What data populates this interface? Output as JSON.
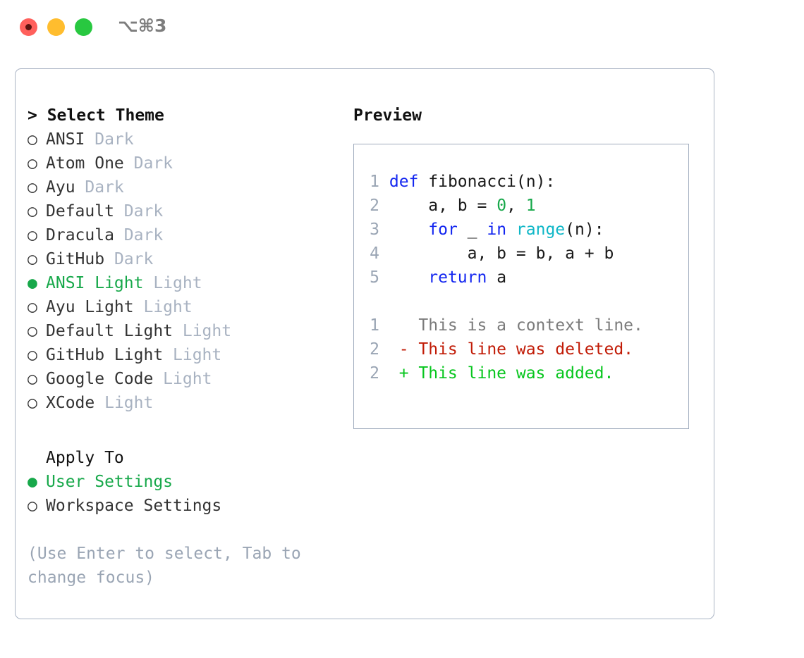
{
  "titlebar": {
    "shortcut": "⌥⌘3",
    "lights": [
      "close-red",
      "minimize-yellow",
      "maximize-green"
    ]
  },
  "theme_picker": {
    "heading": "> Select Theme",
    "heading_caret": ">",
    "heading_text": "Select Theme",
    "marker_selected": "●",
    "marker_unselected": "○",
    "items": [
      {
        "name": "ANSI",
        "variant": "Dark",
        "selected": false
      },
      {
        "name": "Atom One",
        "variant": "Dark",
        "selected": false
      },
      {
        "name": "Ayu",
        "variant": "Dark",
        "selected": false
      },
      {
        "name": "Default",
        "variant": "Dark",
        "selected": false
      },
      {
        "name": "Dracula",
        "variant": "Dark",
        "selected": false
      },
      {
        "name": "GitHub",
        "variant": "Dark",
        "selected": false
      },
      {
        "name": "ANSI Light",
        "variant": "Light",
        "selected": true
      },
      {
        "name": "Ayu Light",
        "variant": "Light",
        "selected": false
      },
      {
        "name": "Default Light",
        "variant": "Light",
        "selected": false
      },
      {
        "name": "GitHub Light",
        "variant": "Light",
        "selected": false
      },
      {
        "name": "Google Code",
        "variant": "Light",
        "selected": false
      },
      {
        "name": "XCode",
        "variant": "Light",
        "selected": false
      }
    ]
  },
  "apply_to": {
    "heading": "Apply To",
    "items": [
      {
        "name": "User Settings",
        "selected": true
      },
      {
        "name": "Workspace Settings",
        "selected": false
      }
    ]
  },
  "hint": "(Use Enter to select, Tab to change focus)",
  "preview": {
    "heading": "Preview",
    "code_lines": [
      {
        "num": "1",
        "tokens": [
          {
            "t": "def",
            "c": "kw"
          },
          {
            "t": " ",
            "c": "pl"
          },
          {
            "t": "fibonacci(n):",
            "c": "pl"
          }
        ]
      },
      {
        "num": "2",
        "tokens": [
          {
            "t": "    a, b = ",
            "c": "pl"
          },
          {
            "t": "0",
            "c": "num"
          },
          {
            "t": ", ",
            "c": "pl"
          },
          {
            "t": "1",
            "c": "num"
          }
        ]
      },
      {
        "num": "3",
        "tokens": [
          {
            "t": "    ",
            "c": "pl"
          },
          {
            "t": "for",
            "c": "kw"
          },
          {
            "t": " _ ",
            "c": "pl"
          },
          {
            "t": "in",
            "c": "kw"
          },
          {
            "t": " ",
            "c": "pl"
          },
          {
            "t": "range",
            "c": "fn"
          },
          {
            "t": "(n):",
            "c": "pl"
          }
        ]
      },
      {
        "num": "4",
        "tokens": [
          {
            "t": "        a, b = b, a + b",
            "c": "pl"
          }
        ]
      },
      {
        "num": "5",
        "tokens": [
          {
            "t": "    ",
            "c": "pl"
          },
          {
            "t": "return",
            "c": "kw"
          },
          {
            "t": " a",
            "c": "pl"
          }
        ]
      }
    ],
    "diff_lines": [
      {
        "num": "1",
        "marker": " ",
        "text": "This is a context line.",
        "kind": "ctx"
      },
      {
        "num": "2",
        "marker": "-",
        "text": "This line was deleted.",
        "kind": "del"
      },
      {
        "num": "2",
        "marker": "+",
        "text": "This line was added.",
        "kind": "add"
      }
    ]
  },
  "colors": {
    "accent_green": "#17a84a",
    "keyword_blue": "#1326f0",
    "function_cyan": "#0fb7c7",
    "number_green": "#17a84a",
    "diff_delete_red": "#c11b06",
    "diff_add_green": "#07c61e",
    "muted_gray": "#a8b2c1",
    "border": "#aab4c4"
  }
}
